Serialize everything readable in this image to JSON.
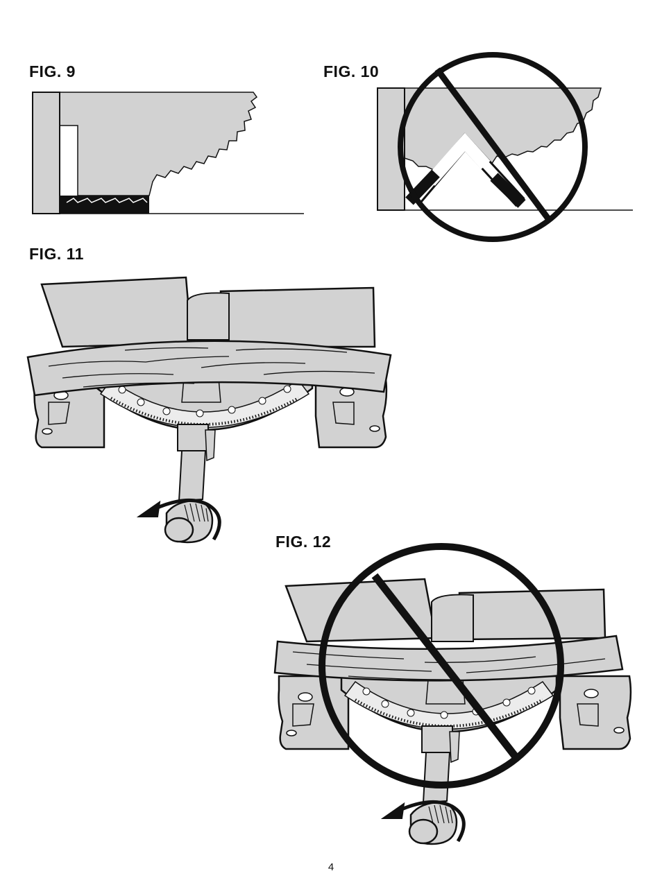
{
  "figures": {
    "fig9": {
      "label": "FIG. 9"
    },
    "fig10": {
      "label": "FIG. 10"
    },
    "fig11": {
      "label": "FIG. 11"
    },
    "fig12": {
      "label": "FIG. 12"
    }
  },
  "page_number": "4",
  "colors": {
    "fill_gray": "#d2d2d2",
    "ink": "#111111",
    "paper": "#ffffff"
  },
  "icons": [
    "prohibition-icon",
    "rotate-arrow-icon"
  ]
}
